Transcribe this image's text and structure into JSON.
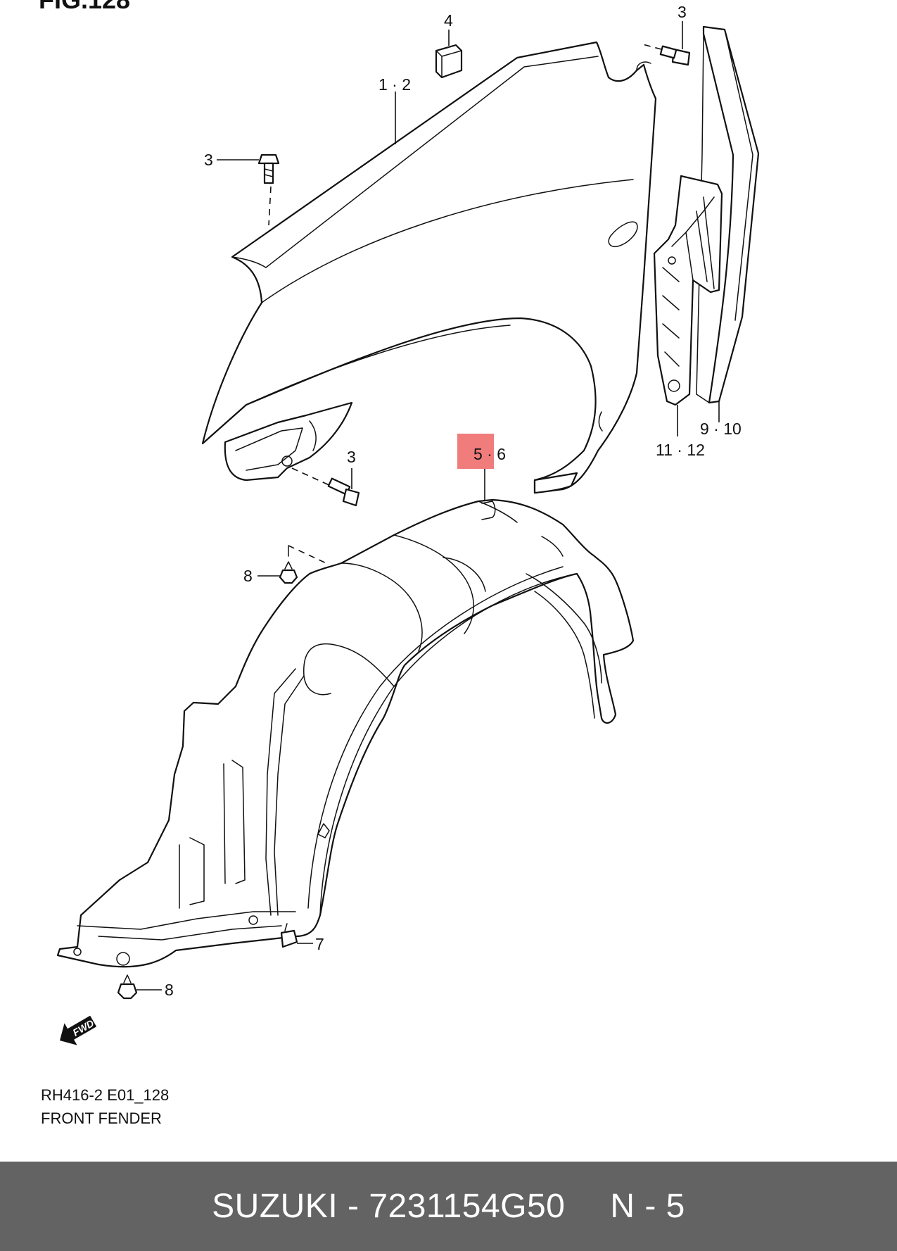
{
  "figure": {
    "title": "FIG.128",
    "highlight_color": "#f07c7c",
    "callouts": {
      "fender": "1 · 2",
      "bolt_top_right": "3",
      "bolt_left": "3",
      "bolt_bottom": "3",
      "cover_4": "4",
      "liner": "5 · 6",
      "clip_7": "7",
      "clip_8_upper": "8",
      "clip_8_lower": "8",
      "seal_9_10": "9 · 10",
      "bracket_11_12": "11 · 12"
    },
    "fwd_label": "FWD",
    "caption_code": "RH416-2 E01_128",
    "caption_name": "FRONT FENDER"
  },
  "footer": {
    "background": "#636363",
    "part_text": "SUZUKI - 7231154G50",
    "qty_text": "N - 5"
  }
}
